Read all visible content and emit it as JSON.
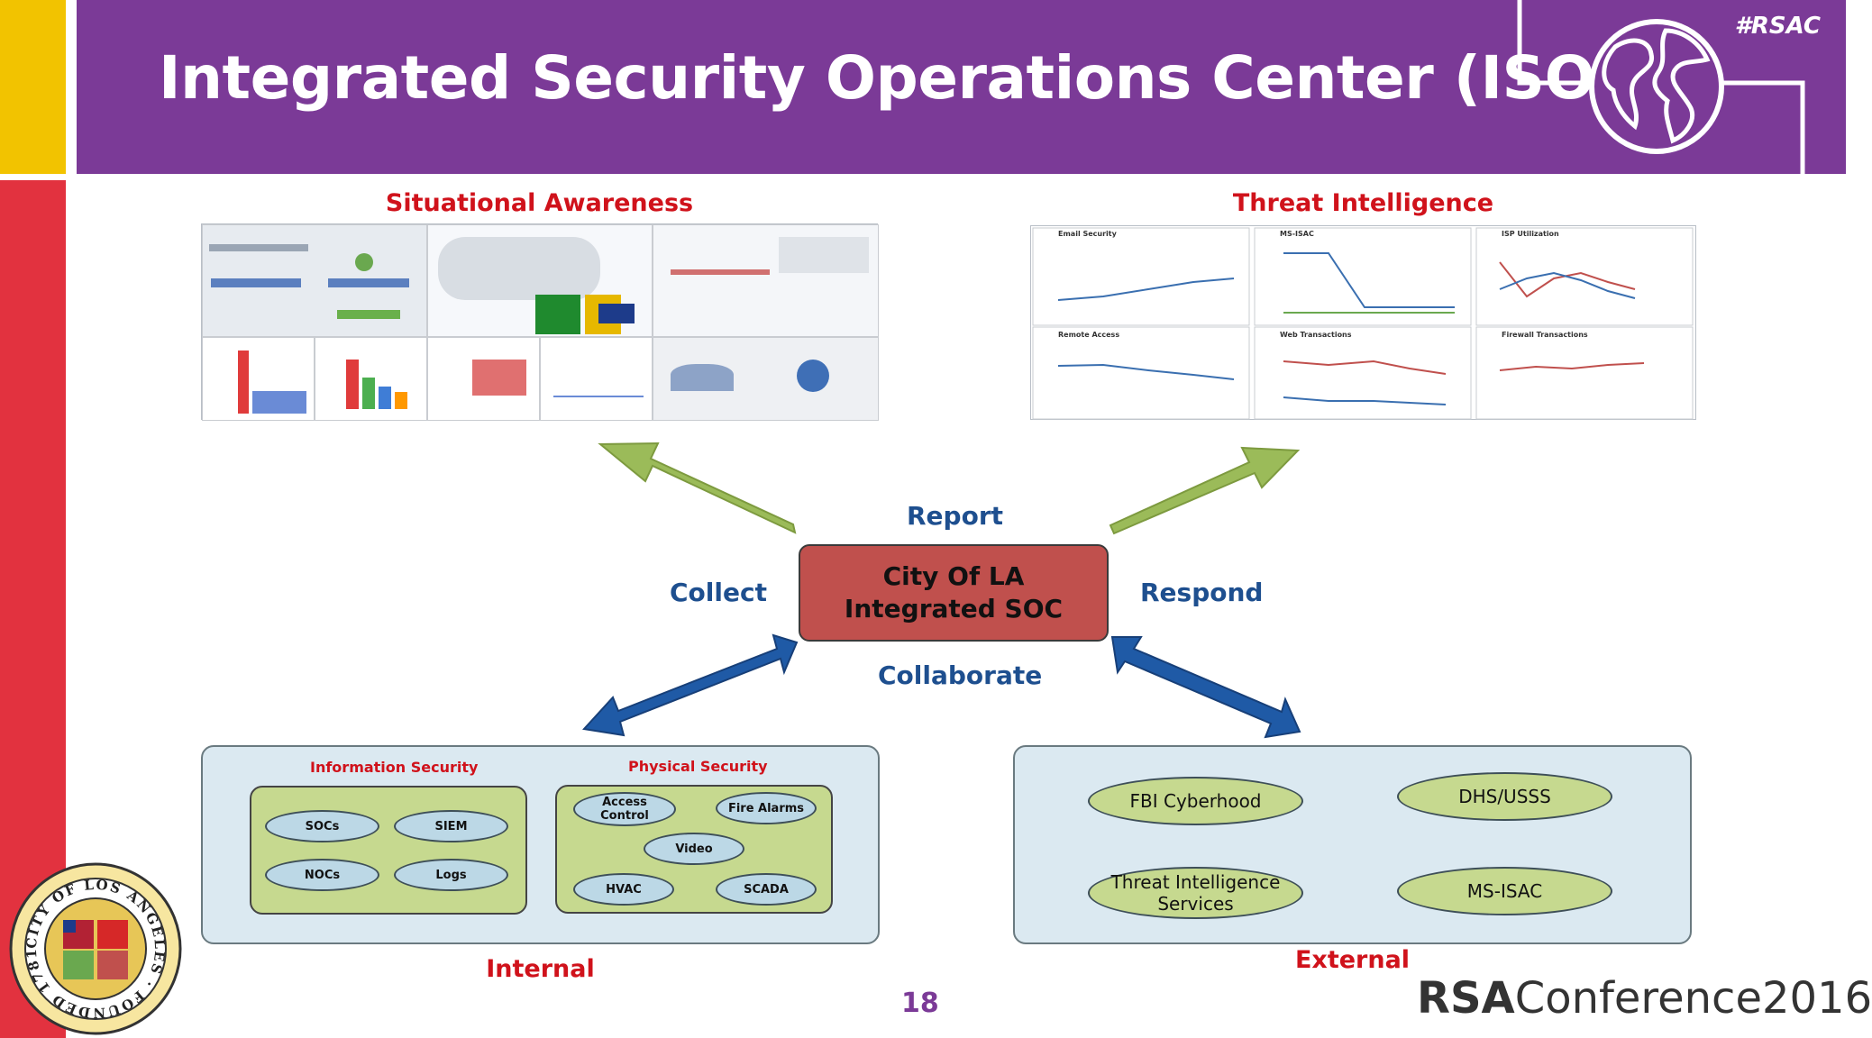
{
  "slide": {
    "title": "Integrated Security Operations Center (ISOC)",
    "hashtag": "#RSAC",
    "page_number": "18",
    "brand_prefix": "RSA",
    "brand_suffix": "Conference2016",
    "seal_text": "CITY OF LOS ANGELES · FOUNDED 1781"
  },
  "colors": {
    "header": "#7b3a97",
    "accent_yellow": "#f2c300",
    "accent_red": "#e2323f",
    "soc": "#c0504d",
    "arrow_green": "#9bbb59",
    "arrow_blue": "#1f5aa6"
  },
  "top": {
    "left_title": "Situational Awareness",
    "right_title": "Threat Intelligence",
    "ti_panels": [
      "Email Security",
      "MS-ISAC",
      "ISP Utilization",
      "Remote Access",
      "Web Transactions",
      "Firewall Transactions"
    ]
  },
  "center": {
    "soc_line1": "City Of LA",
    "soc_line2": "Integrated SOC",
    "report": "Report",
    "collect": "Collect",
    "respond": "Respond",
    "collaborate": "Collaborate"
  },
  "internal": {
    "label": "Internal",
    "info_sec": {
      "title": "Information Security",
      "items": [
        "SOCs",
        "SIEM",
        "NOCs",
        "Logs"
      ]
    },
    "phys_sec": {
      "title": "Physical Security",
      "items": [
        "Access\nControl",
        "Fire Alarms",
        "Video",
        "HVAC",
        "SCADA"
      ]
    }
  },
  "external": {
    "label": "External",
    "items": [
      "FBI Cyberhood",
      "DHS/USSS",
      "Threat Intelligence Services",
      "MS-ISAC"
    ]
  }
}
